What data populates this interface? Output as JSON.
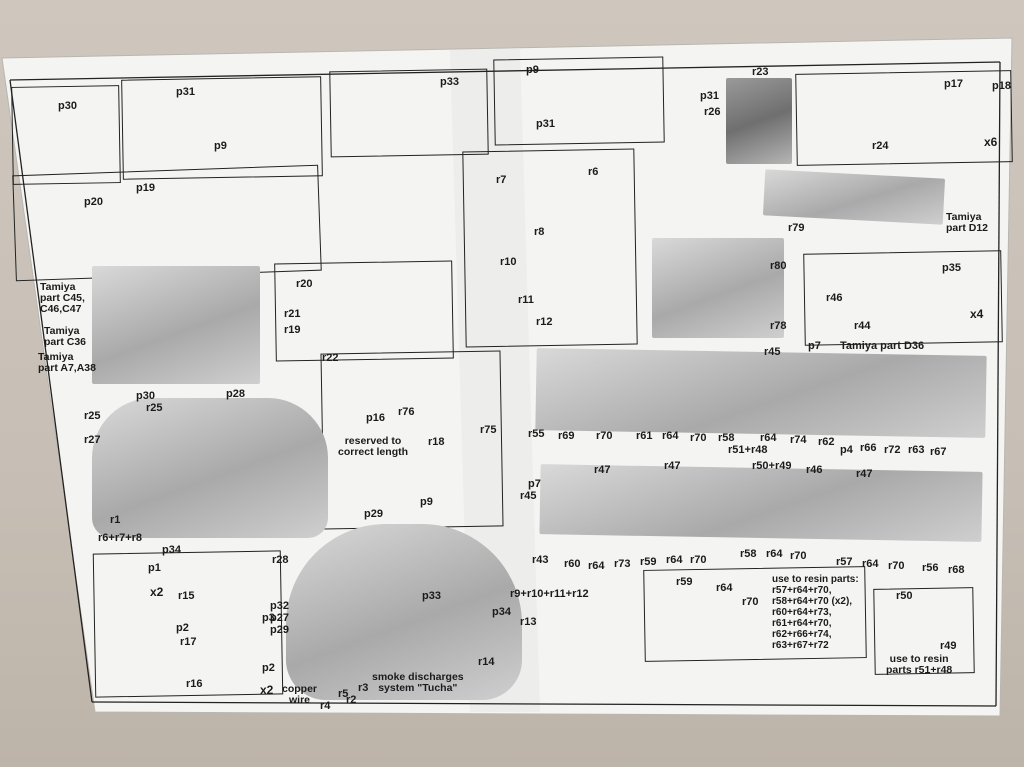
{
  "labels": {
    "p30_a": "p30",
    "p31_a": "p31",
    "p9_a": "p9",
    "p33_a": "p33",
    "p9_b": "p9",
    "p31_b": "p31",
    "p31_c": "p31",
    "r23": "r23",
    "r26": "r26",
    "p17": "p17",
    "p18": "p18",
    "r24": "r24",
    "x6": "x6",
    "p19": "p19",
    "p20": "p20",
    "r7": "r7",
    "r6": "r6",
    "r8": "r8",
    "r10": "r10",
    "r11": "r11",
    "r12": "r12",
    "tamiya_d12": "Tamiya\npart D12",
    "r79": "r79",
    "tamiya_c45": "Tamiya\npart C45,\nC46,C47",
    "tamiya_c36": "Tamiya\npart C36",
    "tamiya_a7": "Tamiya\npart A7,A38",
    "r20": "r20",
    "r21": "r21",
    "r19": "r19",
    "r22": "r22",
    "p30_b": "p30",
    "p28": "p28",
    "r80": "r80",
    "r78": "r78",
    "r46_a": "r46",
    "r44": "r44",
    "p35": "p35",
    "x4": "x4",
    "r45_a": "r45",
    "p7_a": "p7",
    "tamiya_d36": "Tamiya part D36",
    "r25_a": "r25",
    "r25_b": "r25",
    "r27": "r27",
    "r1": "r1",
    "r6r7r8": "r6+r7+r8",
    "p34_a": "p34",
    "p16": "p16",
    "r76": "r76",
    "r75": "r75",
    "r18": "r18",
    "reserved": "reserved to\ncorrect length",
    "p29": "p29",
    "p9_c": "p9",
    "r55": "r55",
    "r69": "r69",
    "r70_a": "r70",
    "r61": "r61",
    "r64_a": "r64",
    "r70_b": "r70",
    "r58_a": "r58",
    "r51r48_a": "r51+r48",
    "r64_b": "r64",
    "r74": "r74",
    "r62": "r62",
    "p4": "p4",
    "r66": "r66",
    "r72": "r72",
    "r63": "r63",
    "r67": "r67",
    "p7_b": "p7",
    "r45_b": "r45",
    "r47_a": "r47",
    "r47_b": "r47",
    "r50r49": "r50+r49",
    "r46_b": "r46",
    "r47_c": "r47",
    "r43": "r43",
    "r60": "r60",
    "r64_c": "r64",
    "r73": "r73",
    "r59_a": "r59",
    "r64_d": "r64",
    "r70_c": "r70",
    "r58_b": "r58",
    "r64_e": "r64",
    "r70_d": "r70",
    "r57": "r57",
    "r64_f": "r64",
    "r70_e": "r70",
    "r56": "r56",
    "r68": "r68",
    "p1": "p1",
    "x2_a": "x2",
    "r15": "r15",
    "p2_a": "p2",
    "p3": "p3",
    "r17": "r17",
    "r16": "r16",
    "p2_b": "p2",
    "x2_b": "x2",
    "r28": "r28",
    "p32": "p32",
    "p27": "p27",
    "p29_b": "p29",
    "p33_b": "p33",
    "copper": "copper\nwire",
    "r4": "r4",
    "r5": "r5",
    "r2": "r2",
    "r3": "r3",
    "smoke": "smoke discharges\nsystem \"Tucha\"",
    "r9_12": "r9+r10+r11+r12",
    "p34_b": "p34",
    "r13": "r13",
    "r14": "r14",
    "r59_b": "r59",
    "r64_g": "r64",
    "r70_f": "r70",
    "resin_list": "use to resin parts:\nr57+r64+r70,\nr58+r64+r70 (x2),\nr60+r64+r73,\nr61+r64+r70,\nr62+r66+r74,\nr63+r67+r72",
    "r50": "r50",
    "r49": "r49",
    "resin_b": "use to resin\nparts r51+r48"
  }
}
